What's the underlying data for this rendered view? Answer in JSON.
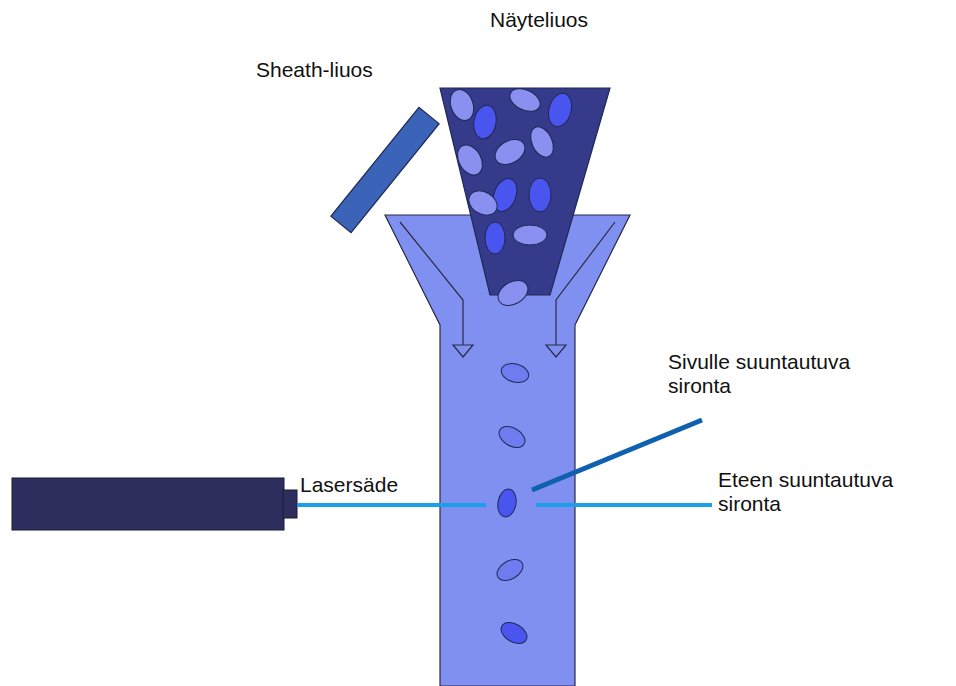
{
  "diagram": {
    "labels": [
      "Näyteliuos",
      "Sheath-liuos",
      "Sivulle suuntautuva sironta",
      "Lasersäde",
      "Eteen suuntautuva sironta"
    ]
  }
}
